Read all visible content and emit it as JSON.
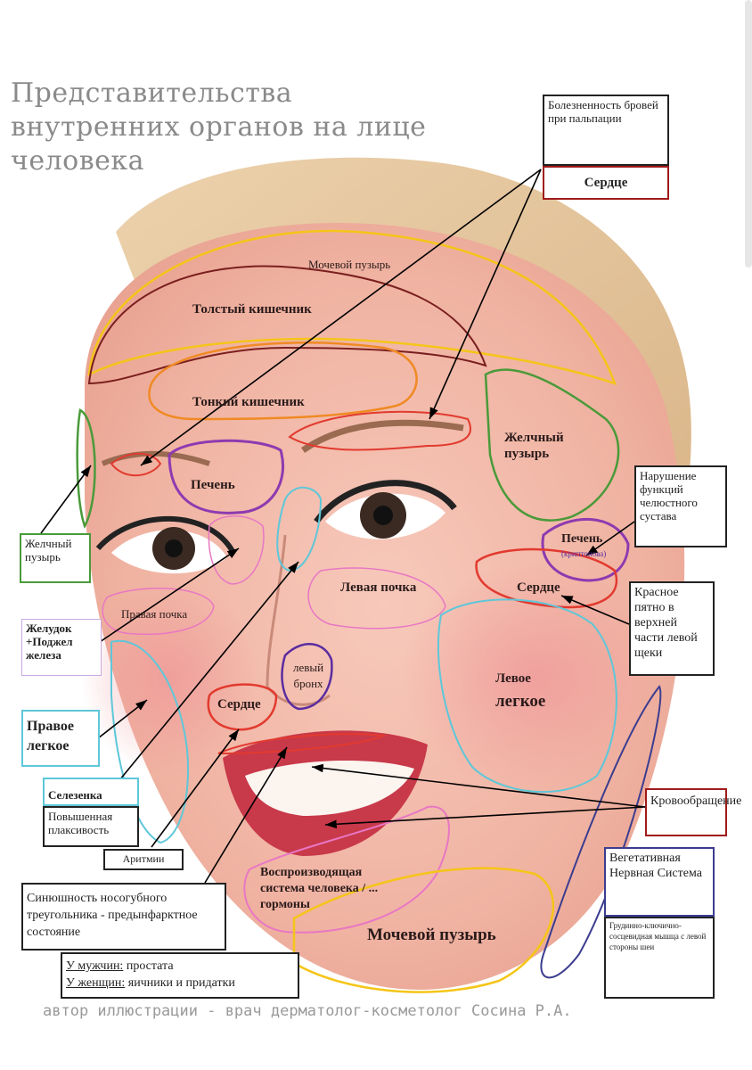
{
  "title": {
    "line1": "Представительства",
    "line2": "внутренних органов на лице",
    "line3": "человека"
  },
  "zones": {
    "bladder_top": "Мочевой пузырь",
    "large_intestine": "Толстый кишечник",
    "small_intestine": "Тонкий кишечник",
    "liver": "Печень",
    "gallbladder_right": "Желчный пузырь",
    "liver_right": "Печень",
    "liver_right_note": "(криптонова)",
    "heart_right": "Сердце",
    "left_kidney": "Левая почка",
    "right_kidney": "Правая почка",
    "left_bronchus": "левый бронх",
    "heart_nose": "Сердце",
    "left_lung_1": "Левое",
    "left_lung_2": "легкое",
    "reproductive": "Воспроизводящая система человека / ... гормоны",
    "bladder_bottom": "Мочевой пузырь"
  },
  "callouts": {
    "brow_pain": "Болезненность бровей при пальпации",
    "heart": "Сердце",
    "gallbladder_left": "Желчный пузырь",
    "stomach": "Желудок +Поджел железа",
    "right_lung": "Правое легкое",
    "spleen": "Селезенка",
    "tearfulness": "Повышенная плаксивость",
    "arrhythmia": "Аритмии",
    "cyanosis": "Синюшность носогубного треугольника - предынфарктное состояние",
    "men_label": "У мужчин:",
    "men_text": " простата",
    "women_label": "У женщин:",
    "women_text": " яичники и придатки",
    "jaw": "Нарушение функций челюстного сустава",
    "red_spot": "Красное пятно в верхней части левой щеки",
    "circulation": "Кровообращение",
    "vegetative": "Вегетативная Нервная Система",
    "sternum": "Грудинно-ключично-сосцевидная мышца с левой стороны шеи"
  },
  "credit": "автор иллюстрации - врач дерматолог-косметолог Сосина Р.А.",
  "colors": {
    "skin": "#f0b7a6",
    "hair": "#e8c9a0",
    "yellow": "#f5c518",
    "orange": "#f08a24",
    "red": "#e23a2f",
    "purple": "#8e3ab0",
    "green": "#4a9a3a",
    "cyan": "#5ec7d9",
    "pink": "#e877c4",
    "navy": "#3b3d8f"
  }
}
